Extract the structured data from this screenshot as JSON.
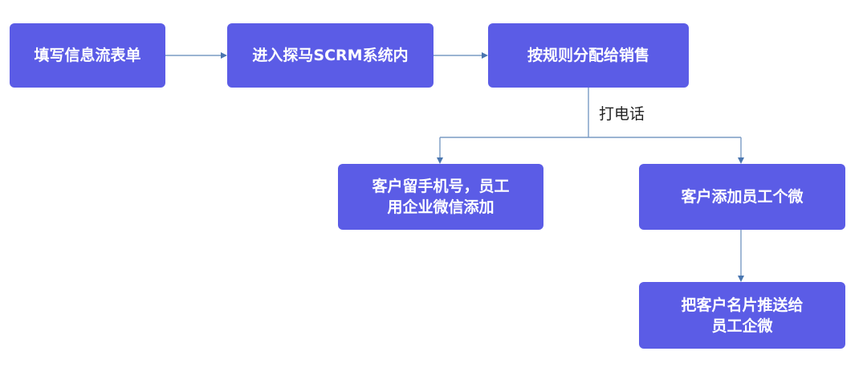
{
  "nodes": {
    "fill_form": "填写信息流表单",
    "enter_scrm": "进入探马SCRM系统内",
    "assign_sales": "按规则分配给销售",
    "leave_phone_line1": "客户留手机号，员工",
    "leave_phone_line2": "用企业微信添加",
    "customer_adds": "客户添加员工个微",
    "push_card_line1": "把客户名片推送给",
    "push_card_line2": "员工企微"
  },
  "edges": {
    "call_label": "打电话"
  },
  "colors": {
    "node_fill": "#5b5ce6",
    "node_text": "#ffffff",
    "connector": "#7a9bc4",
    "arrowhead": "#4a76b0"
  }
}
